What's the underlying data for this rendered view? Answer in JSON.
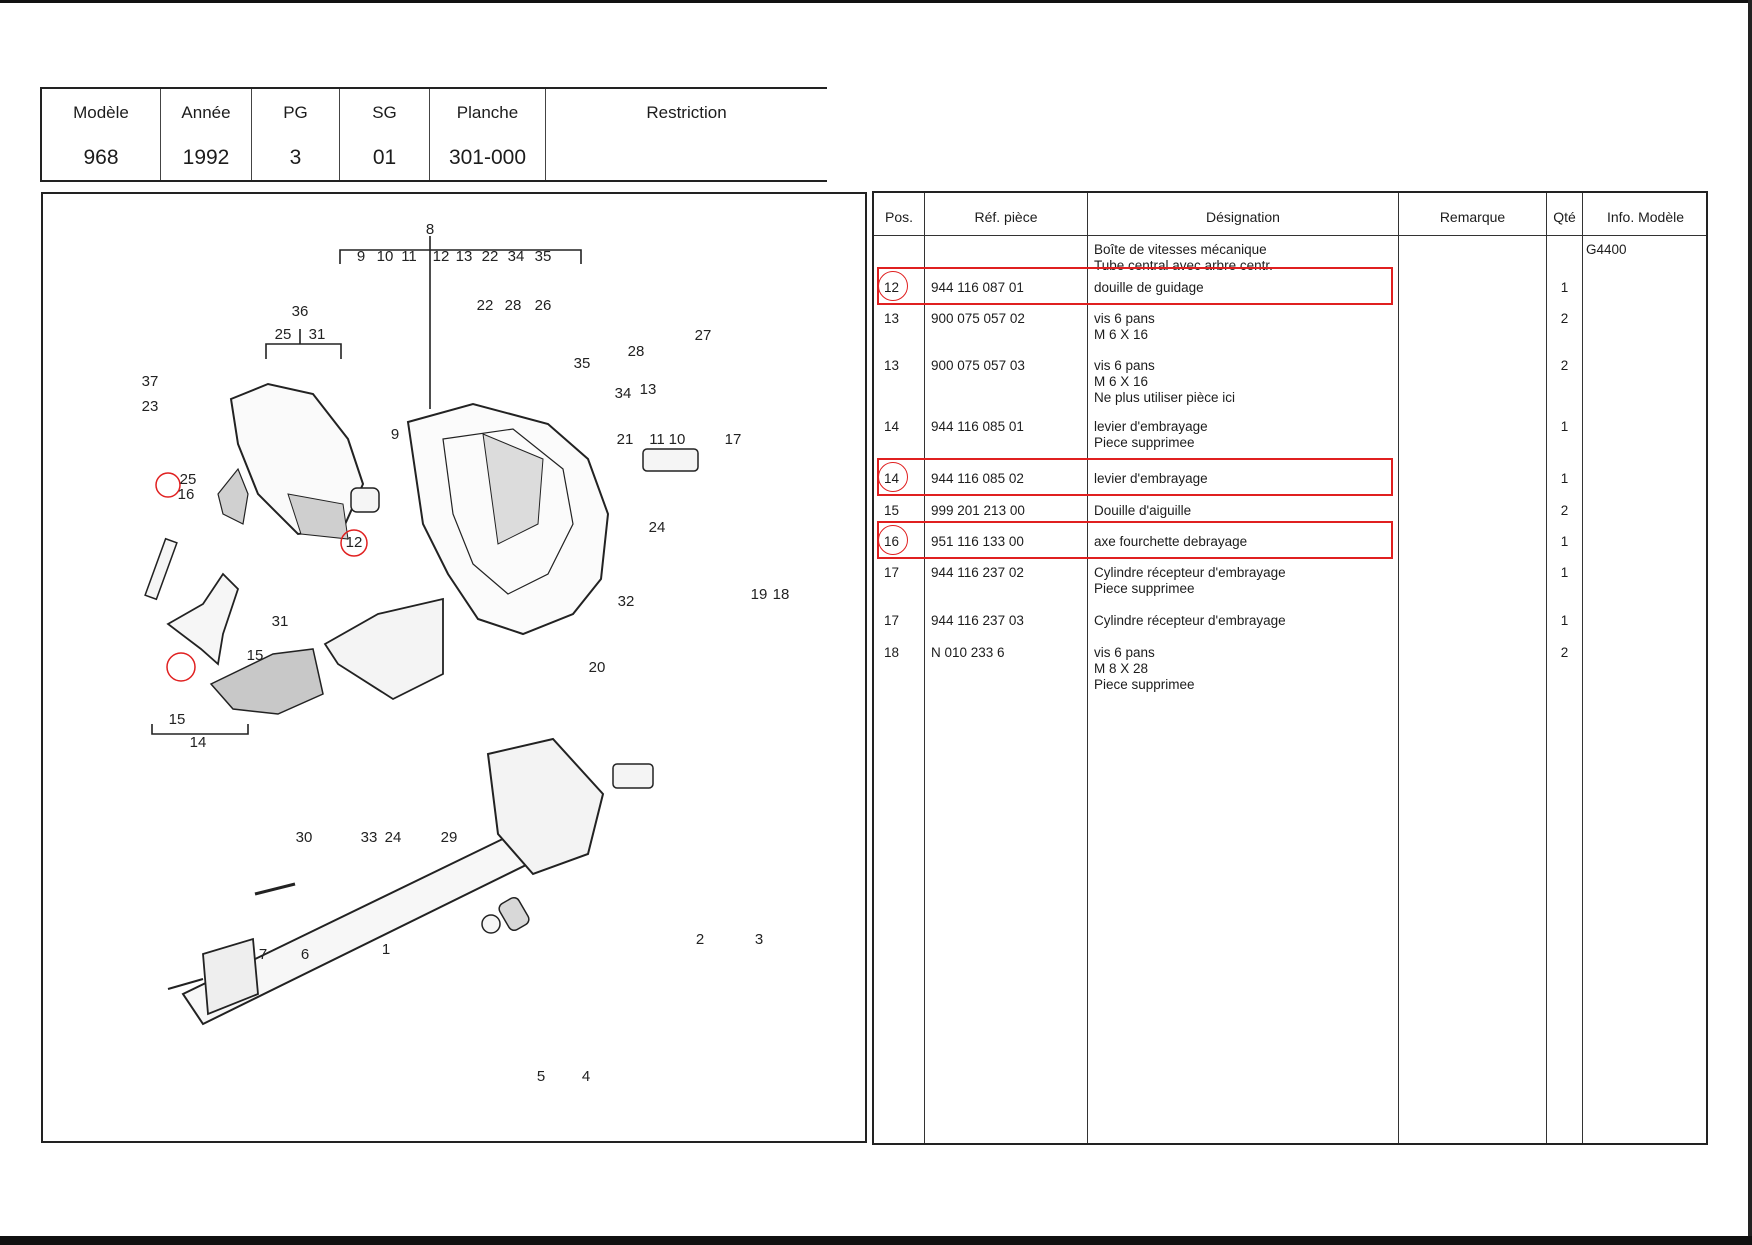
{
  "header": {
    "columns": [
      {
        "label": "Modèle",
        "value": "968"
      },
      {
        "label": "Année",
        "value": "1992"
      },
      {
        "label": "PG",
        "value": "3"
      },
      {
        "label": "SG",
        "value": "01"
      },
      {
        "label": "Planche",
        "value": "301-000"
      },
      {
        "label": "Restriction",
        "value": ""
      }
    ]
  },
  "diagram": {
    "labels": [
      "8",
      "9",
      "10",
      "11",
      "12",
      "13",
      "22",
      "34",
      "35",
      "36",
      "25",
      "31",
      "22",
      "28",
      "26",
      "37",
      "23",
      "28",
      "27",
      "35",
      "34",
      "13",
      "9",
      "21",
      "11",
      "10",
      "17",
      "25",
      "16",
      "12",
      "24",
      "19",
      "18",
      "31",
      "32",
      "15",
      "20",
      "15",
      "14",
      "30",
      "33",
      "24",
      "29",
      "2",
      "3",
      "7",
      "6",
      "1",
      "5",
      "4"
    ],
    "highlight_color": "#e02020"
  },
  "parts_table": {
    "headers": [
      "Pos.",
      "Réf. pièce",
      "Désignation",
      "Remarque",
      "Qté",
      "Info. Modèle"
    ],
    "group": {
      "lines": [
        "Boîte de vitesses mécanique",
        "Tube central avec arbre centr."
      ],
      "info": "G4400"
    },
    "rows": [
      {
        "pos": "12",
        "ref": "944 116 087 01",
        "lines": [
          "douille de guidage"
        ],
        "qty": "1",
        "highlighted": true
      },
      {
        "pos": "13",
        "ref": "900 075 057 02",
        "lines": [
          "vis 6 pans",
          "M 6 X 16"
        ],
        "qty": "2",
        "highlighted": false
      },
      {
        "pos": "13",
        "ref": "900 075 057 03",
        "lines": [
          "vis 6 pans",
          "M 6 X 16",
          "Ne plus utiliser pièce ici"
        ],
        "qty": "2",
        "highlighted": false
      },
      {
        "pos": "14",
        "ref": "944 116 085 01",
        "lines": [
          "levier d'embrayage",
          "Piece supprimee"
        ],
        "qty": "1",
        "highlighted": false
      },
      {
        "pos": "14",
        "ref": "944 116 085 02",
        "lines": [
          "levier d'embrayage"
        ],
        "qty": "1",
        "highlighted": true
      },
      {
        "pos": "15",
        "ref": "999 201 213 00",
        "lines": [
          "Douille d'aiguille"
        ],
        "qty": "2",
        "highlighted": false
      },
      {
        "pos": "16",
        "ref": "951 116 133 00",
        "lines": [
          "axe fourchette debrayage"
        ],
        "qty": "1",
        "highlighted": true
      },
      {
        "pos": "17",
        "ref": "944 116 237 02",
        "lines": [
          "Cylindre récepteur d'embrayage",
          "Piece supprimee"
        ],
        "qty": "1",
        "highlighted": false
      },
      {
        "pos": "17",
        "ref": "944 116 237 03",
        "lines": [
          "Cylindre récepteur d'embrayage"
        ],
        "qty": "1",
        "highlighted": false
      },
      {
        "pos": "18",
        "ref": "N  010 233 6",
        "lines": [
          "vis 6 pans",
          "M 8 X 28",
          "Piece supprimee"
        ],
        "qty": "2",
        "highlighted": false
      }
    ]
  }
}
